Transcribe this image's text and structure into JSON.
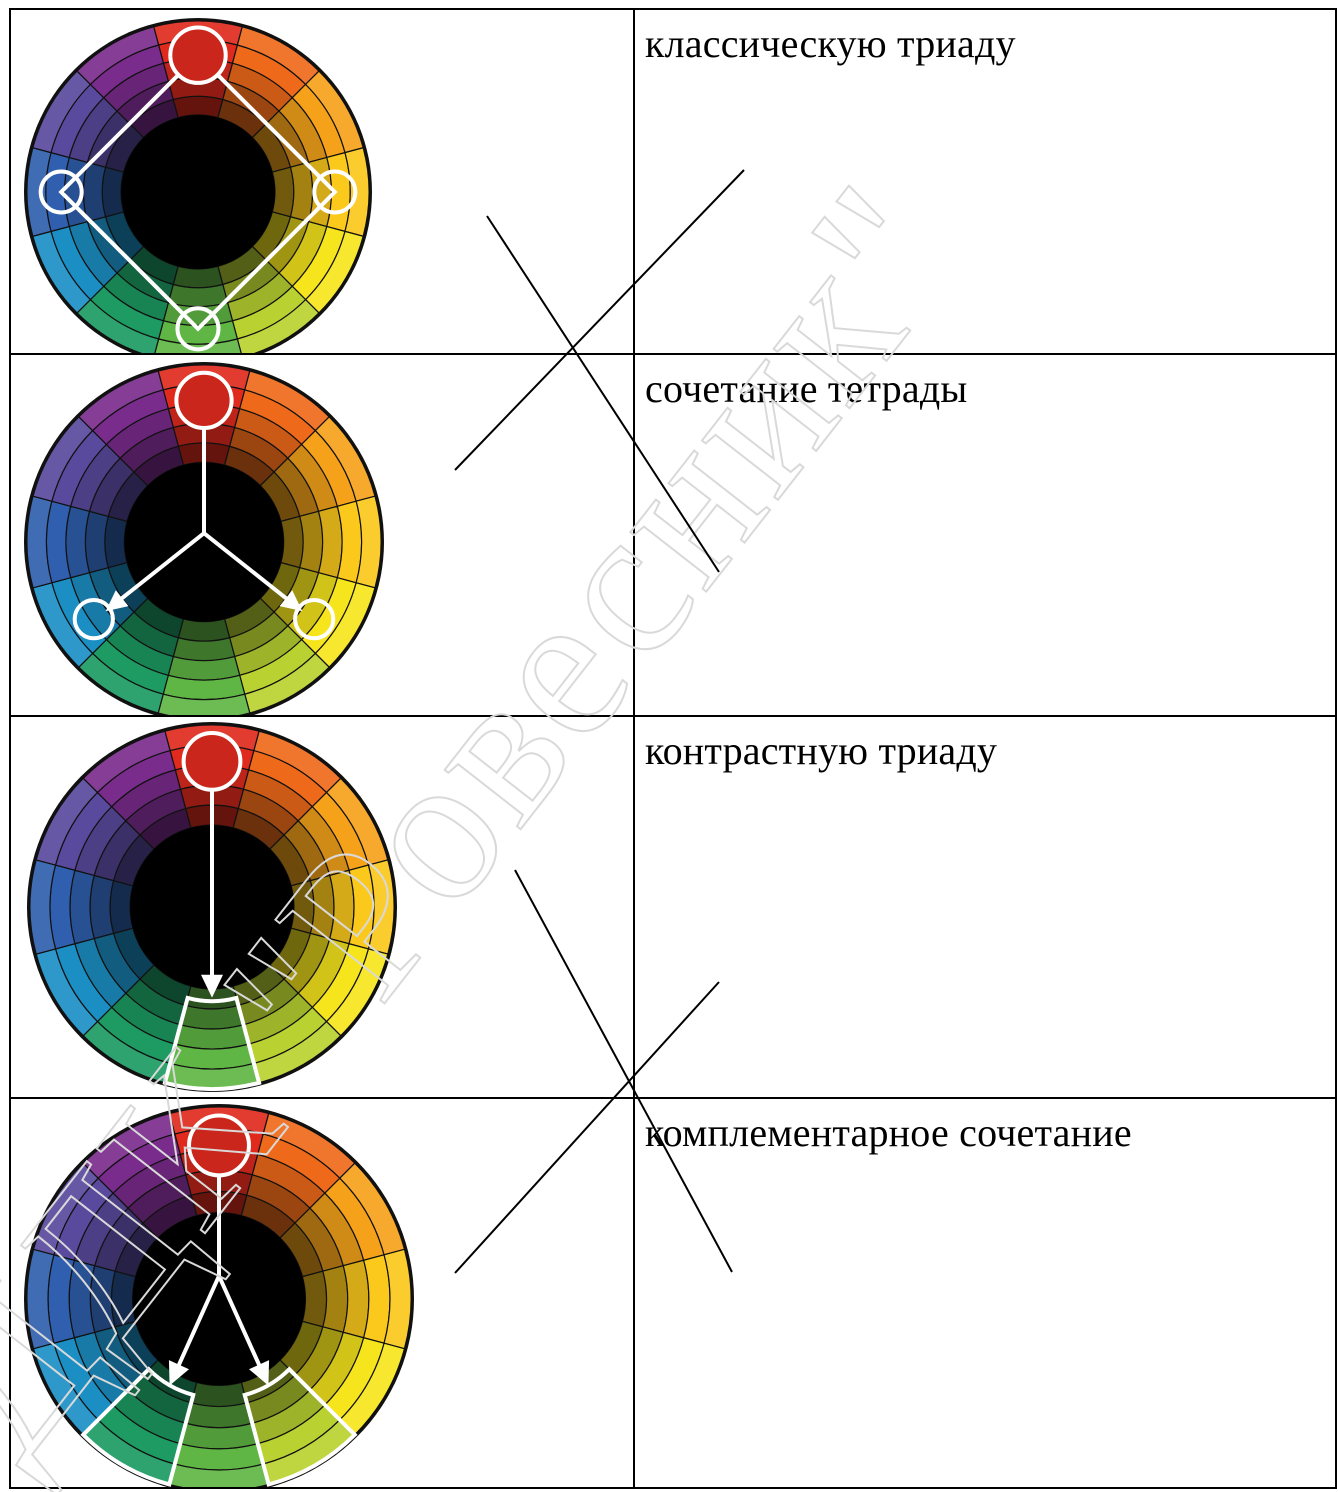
{
  "rows": [
    {
      "scheme": "tetrad",
      "label": "классическую триаду"
    },
    {
      "scheme": "classic-triad",
      "label": "сочетание тетрады"
    },
    {
      "scheme": "complementary",
      "label": "контрастную триаду"
    },
    {
      "scheme": "contrast-triad",
      "label": "комплементарное сочетание"
    }
  ],
  "watermark": {
    "text": "ДДК \"Ровесник\"",
    "color": "#d9d9d9"
  },
  "wheel_hues": [
    "#e02a1e",
    "#ee6a1a",
    "#f5a21a",
    "#fbc81c",
    "#f6e51c",
    "#b9d231",
    "#5fb644",
    "#1d9b62",
    "#1b8fc4",
    "#2f5fae",
    "#5a4a9e",
    "#7a2c8c"
  ]
}
